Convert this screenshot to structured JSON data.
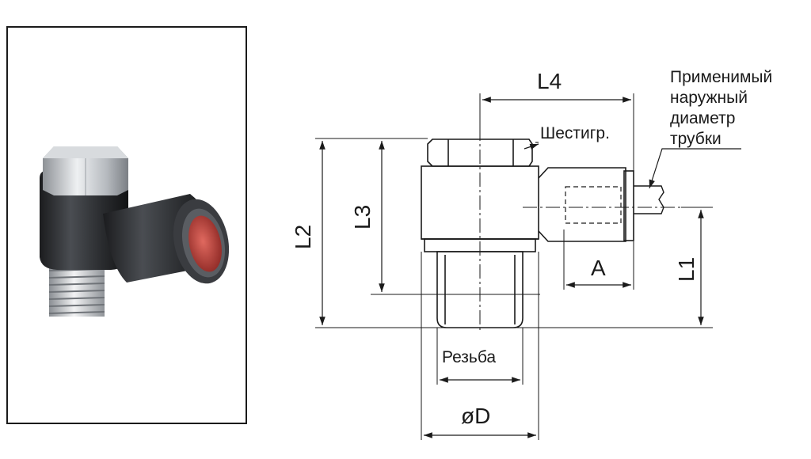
{
  "photo": {
    "description_icon": "angled-push-in-fitting-photo"
  },
  "labels": {
    "L1": "L1",
    "L2": "L2",
    "L3": "L3",
    "L4": "L4",
    "A": "A",
    "thread": "Резьба",
    "diameter": "øD",
    "hex": "Шестигр.",
    "tube_note": [
      "Применимый",
      "наружный",
      "диаметр",
      "трубки"
    ]
  },
  "colors": {
    "line": "#1a1a1a",
    "body_dark": "#2b2d30",
    "metal": "#c9ccd0",
    "collet_red": "#b23a36"
  }
}
